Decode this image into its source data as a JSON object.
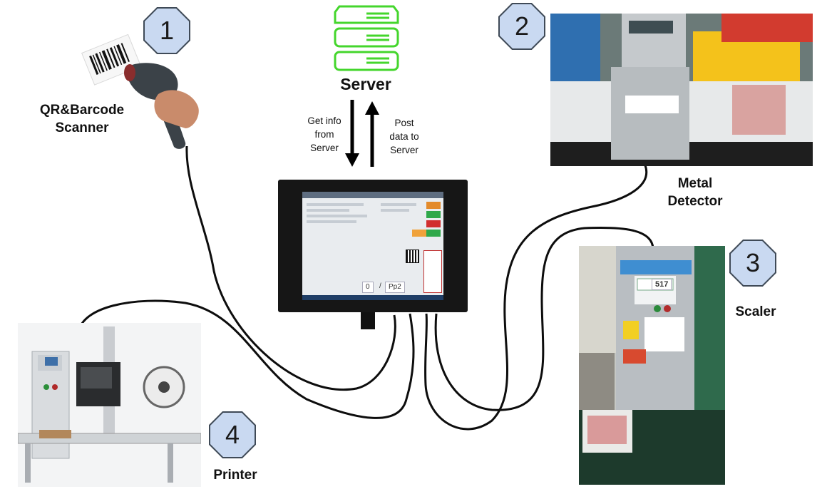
{
  "server": {
    "label": "Server",
    "icon": "server-stack-icon",
    "color": "#44d62c"
  },
  "arrows": {
    "get": "Get info\nfrom\nServer",
    "post": "Post\ndata to\nServer"
  },
  "devices": [
    {
      "number": "1",
      "label": "QR&Barcode\nScanner"
    },
    {
      "number": "2",
      "label": "Metal\nDetector"
    },
    {
      "number": "3",
      "label": "Scaler"
    },
    {
      "number": "4",
      "label": "Printer"
    }
  ],
  "tablet": {
    "counter_value": "0",
    "counter_sep": "/",
    "counter_code": "Pp2"
  },
  "scaler_display": {
    "value": "517"
  }
}
